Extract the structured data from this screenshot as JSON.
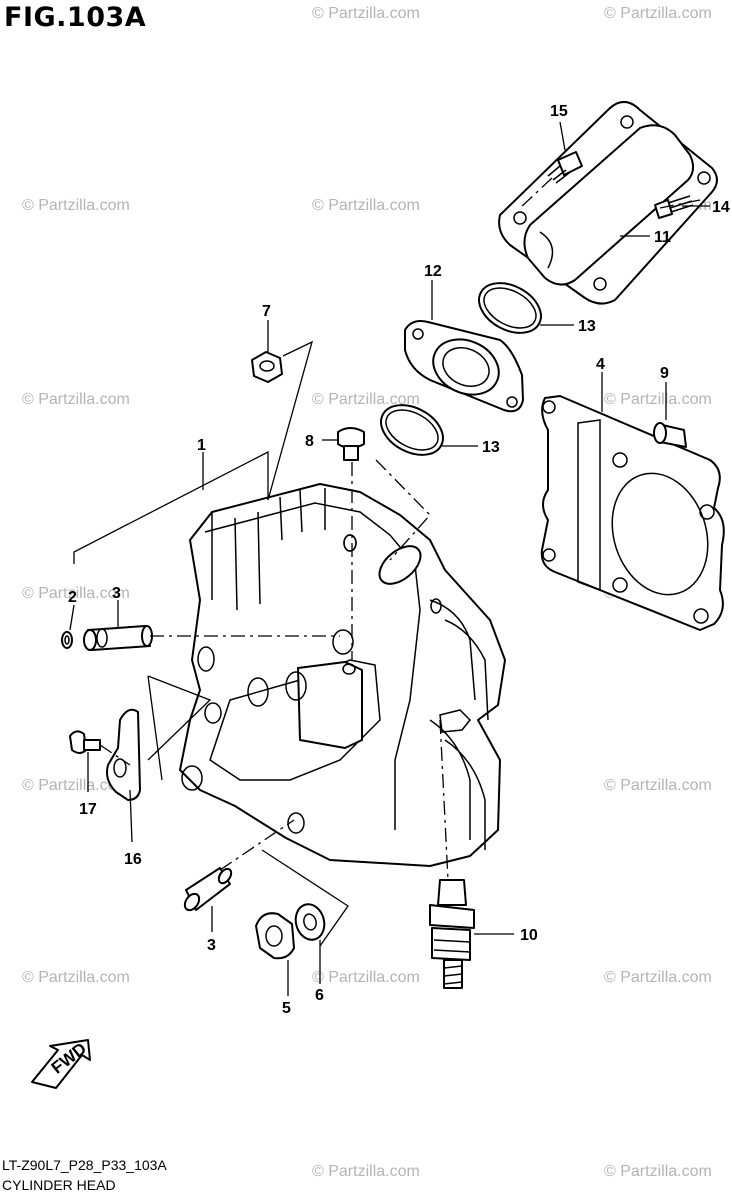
{
  "title": "FIG.103A",
  "footer": {
    "code": "LT-Z90L7_P28_P33_103A",
    "name": "CYLINDER HEAD"
  },
  "watermark": "© Partzilla.com",
  "fwd_label": "FWD",
  "callouts": {
    "c1": "1",
    "c2": "2",
    "c3a": "3",
    "c3b": "3",
    "c4": "4",
    "c5": "5",
    "c6": "6",
    "c7": "7",
    "c8": "8",
    "c9": "9",
    "c10": "10",
    "c11": "11",
    "c12": "12",
    "c13a": "13",
    "c13b": "13",
    "c14": "14",
    "c15": "15",
    "c16": "16",
    "c17": "17"
  },
  "colors": {
    "ink": "#000000",
    "watermark": "#b4b4b4",
    "paper": "#ffffff"
  }
}
